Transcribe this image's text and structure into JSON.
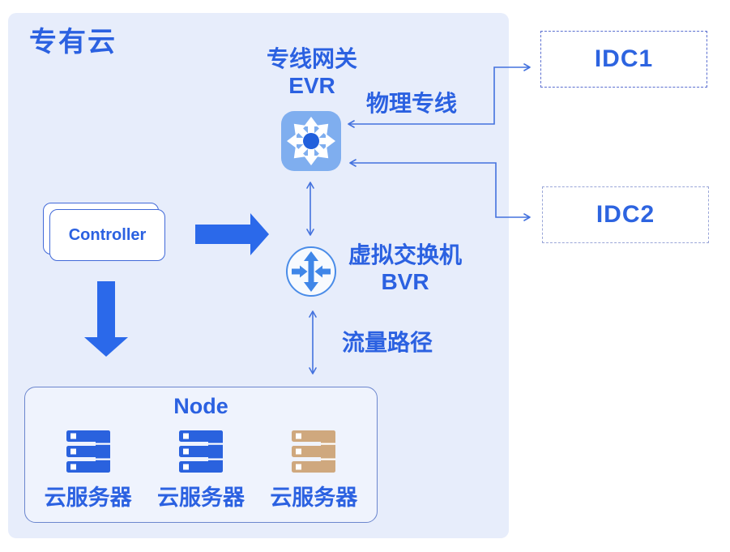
{
  "colors": {
    "page_bg": "#FFFFFF",
    "container_bg": "#E7EDFB",
    "primary_blue": "#2B61E1",
    "text_blue": "#2D64E0",
    "solid_arrow": "#2B69EA",
    "line_blue": "#4472DE",
    "evr_tile_bg": "#7FAEEF",
    "evr_arrow_white": "#FFFFFF",
    "evr_center_dot": "#2260DC",
    "bvr_circle_fill": "#F7FAFE",
    "bvr_stroke": "#4A8CE8",
    "bvr_arrow": "#3F86E8",
    "server_blue": "#2A62DE",
    "server_tan": "#CFA87E",
    "card_border": "#4169D8",
    "node_border": "#6B86CE",
    "node_fill": "#EFF3FD",
    "idc1_border": "#5B6FD0",
    "idc2_border": "#9AA6D8",
    "idc_fill": "#FFFFFF"
  },
  "private_cloud": {
    "title": "专有云"
  },
  "evr": {
    "name_cn": "专线网关",
    "name_en": "EVR"
  },
  "bvr": {
    "name_cn": "虚拟交换机",
    "name_en": "BVR"
  },
  "labels": {
    "physical_line": "物理专线",
    "traffic_path": "流量路径"
  },
  "controller": {
    "label": "Controller"
  },
  "node": {
    "title": "Node",
    "servers": [
      {
        "label": "云服务器",
        "variant": "blue"
      },
      {
        "label": "云服务器",
        "variant": "blue"
      },
      {
        "label": "云服务器",
        "variant": "tan"
      }
    ]
  },
  "idc": {
    "idc1": "IDC1",
    "idc2": "IDC2"
  }
}
